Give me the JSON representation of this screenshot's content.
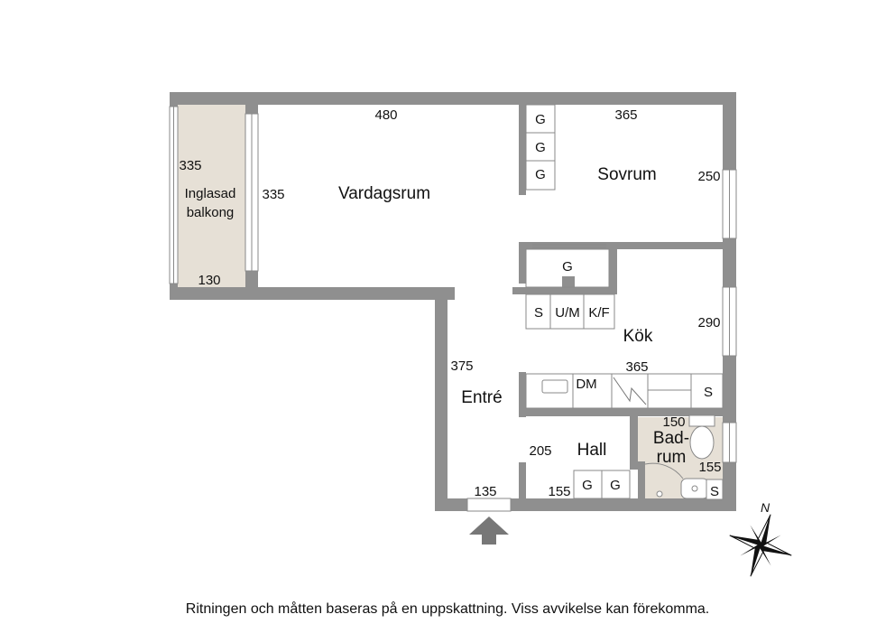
{
  "rooms": {
    "vardagsrum": "Vardagsrum",
    "sovrum": "Sovrum",
    "kok": "Kök",
    "entre": "Entré",
    "hall": "Hall",
    "balkong_line1": "Inglasad",
    "balkong_line2": "balkong",
    "badrum_line1": "Bad-",
    "badrum_line2": "rum"
  },
  "dimensions": {
    "vardagsrum_width": "480",
    "vardagsrum_depth": "335",
    "balkong_depth": "335",
    "balkong_width": "130",
    "sovrum_width": "365",
    "sovrum_depth": "250",
    "kok_depth": "290",
    "kok_width": "365",
    "entre_depth": "375",
    "entre_width": "135",
    "hall_depth": "205",
    "hall_width": "155",
    "badrum_width": "150",
    "badrum_depth": "155"
  },
  "fixtures": {
    "g": "G",
    "s": "S",
    "um": "U/M",
    "kf": "K/F",
    "dm": "DM"
  },
  "compass": {
    "north": "N"
  },
  "disclaimer": "Ritningen och måtten baseras på en uppskattning. Viss avvikelse kan förekomma.",
  "colors": {
    "wall": "#8f8f8f",
    "balcony": "#e6e0d6",
    "bathroom": "#e6e0d6",
    "line": "#888888"
  }
}
